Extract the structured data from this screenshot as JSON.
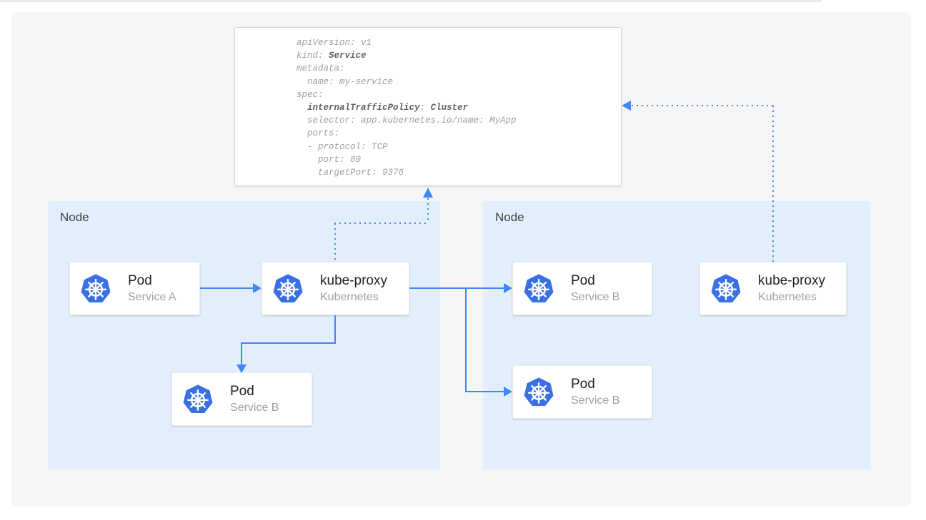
{
  "colors": {
    "accent_blue": "#4285F4",
    "k8s_logo_blue": "#3970E4",
    "node_fill": "#E2EEFB",
    "canvas_bg": "#F5F5F5",
    "card_title": "#212124",
    "card_subtitle": "#9AA0A6",
    "yaml_normal_text": "#9E9E9E",
    "yaml_bold_text": "#5F6368",
    "node_label": "#3C4043"
  },
  "yaml": {
    "lines": [
      [
        {
          "t": "apiVersion: v1"
        }
      ],
      [
        {
          "t": "kind: "
        },
        {
          "t": "Service",
          "b": true
        }
      ],
      [
        {
          "t": "metadata:"
        }
      ],
      [
        {
          "t": "  name: my-service"
        }
      ],
      [
        {
          "t": "spec:"
        }
      ],
      [
        {
          "t": "  "
        },
        {
          "t": "internalTrafficPolicy",
          "b": true
        },
        {
          "t": ": "
        },
        {
          "t": "Cluster",
          "b": true
        }
      ],
      [
        {
          "t": "  selector: app.kubernetes.io/name: MyApp"
        }
      ],
      [
        {
          "t": "  ports:"
        }
      ],
      [
        {
          "t": "  - protocol: TCP"
        }
      ],
      [
        {
          "t": "    port: 80"
        }
      ],
      [
        {
          "t": "    targetPort: 9376"
        }
      ]
    ]
  },
  "nodes": {
    "left": {
      "label": "Node"
    },
    "right": {
      "label": "Node"
    }
  },
  "cards": {
    "pod_a": {
      "title": "Pod",
      "subtitle": "Service A"
    },
    "kube_proxy_left": {
      "title": "kube-proxy",
      "subtitle": "Kubernetes"
    },
    "pod_b_left": {
      "title": "Pod",
      "subtitle": "Service B"
    },
    "pod_b_right_top": {
      "title": "Pod",
      "subtitle": "Service B"
    },
    "kube_proxy_right": {
      "title": "kube-proxy",
      "subtitle": "Kubernetes"
    },
    "pod_b_right_bottom": {
      "title": "Pod",
      "subtitle": "Service B"
    }
  }
}
